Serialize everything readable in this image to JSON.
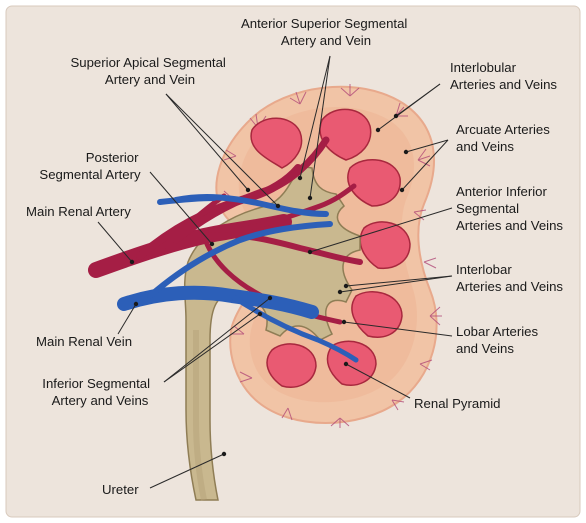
{
  "labels": {
    "anterior_superior": [
      "Anterior Superior Segmental",
      "Artery and Vein"
    ],
    "superior_apical": [
      "Superior Apical Segmental",
      "Artery and Vein"
    ],
    "interlobular": [
      "Interlobular",
      "Arteries and Veins"
    ],
    "arcuate": [
      "Arcuate Arteries",
      "and Veins"
    ],
    "posterior": [
      "Posterior",
      "Segmental Artery"
    ],
    "main_artery": [
      "Main Renal Artery"
    ],
    "anterior_inferior": [
      "Anterior Inferior",
      "Segmental",
      "Arteries and Veins"
    ],
    "interlobar": [
      "Interlobar",
      "Arteries and Veins"
    ],
    "main_vein": [
      "Main Renal Vein"
    ],
    "lobar": [
      "Lobar Arteries",
      "and Veins"
    ],
    "inferior": [
      "Inferior Segmental",
      "Artery and Veins"
    ],
    "pyramid": [
      "Renal Pyramid"
    ],
    "ureter": [
      "Ureter"
    ]
  },
  "colors": {
    "frame": "#ede4dc",
    "cortex": "#f1c4a6",
    "cortex_edge": "#e8a98c",
    "pyramid": "#e95a72",
    "pyramid_edge": "#a8283e",
    "pelvis": "#c9b88f",
    "pelvis_edge": "#8f7d55",
    "artery": "#a51e45",
    "vein": "#2c5fb8",
    "branch": "#b24a78"
  }
}
